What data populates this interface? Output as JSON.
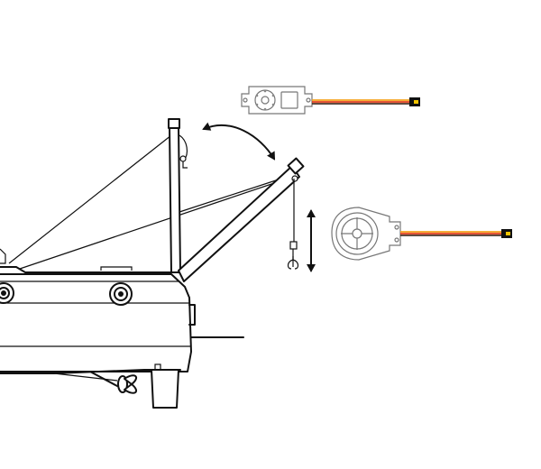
{
  "diagram": {
    "background": "#ffffff",
    "line_color": "#111111",
    "wire_colors": {
      "signal": "#f5a21b",
      "power": "#e23b1a",
      "ground": "#4a3326"
    },
    "connector_colors": {
      "body": "#111111",
      "pin": "#f2c400"
    },
    "parts": [
      {
        "name": "boat-hull",
        "icon": "boat-hull-icon"
      },
      {
        "name": "crane-mast",
        "icon": "mast-icon"
      },
      {
        "name": "crane-boom",
        "icon": "boom-icon"
      },
      {
        "name": "boom-swing-arrow",
        "icon": "curved-double-arrow-icon"
      },
      {
        "name": "hook-lift-arrow",
        "icon": "vertical-double-arrow-icon"
      },
      {
        "name": "servo-motor",
        "icon": "servo-icon"
      },
      {
        "name": "winch-servo",
        "icon": "winch-servo-icon"
      }
    ]
  }
}
